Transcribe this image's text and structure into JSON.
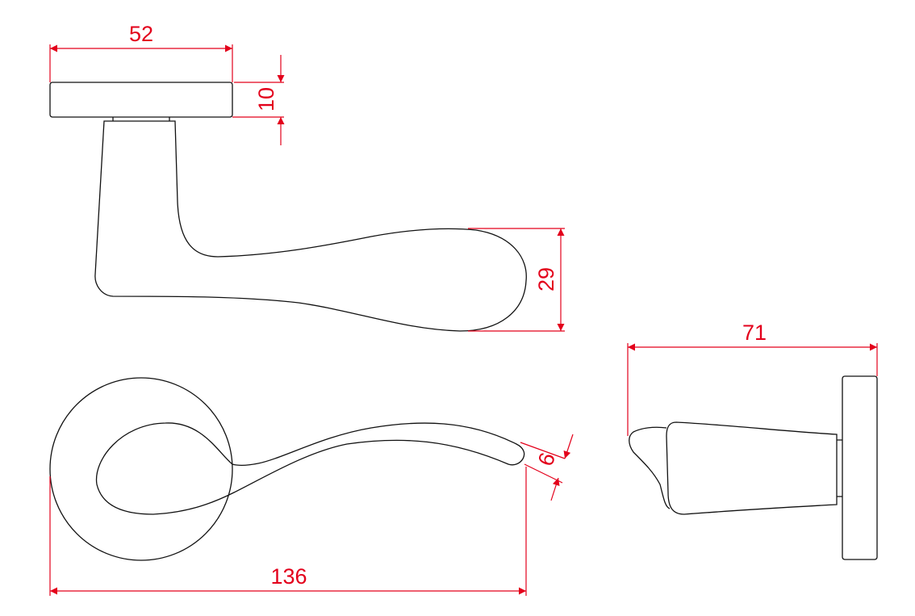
{
  "drawing": {
    "title": "Door lever handle technical drawing",
    "dimension_color": "#e3001b",
    "line_color": "#111111",
    "dimensions": {
      "rose_diameter": "52",
      "rose_thickness": "10",
      "grip_height": "29",
      "projection": "71",
      "lever_length": "136",
      "tip_thickness": "6"
    }
  }
}
